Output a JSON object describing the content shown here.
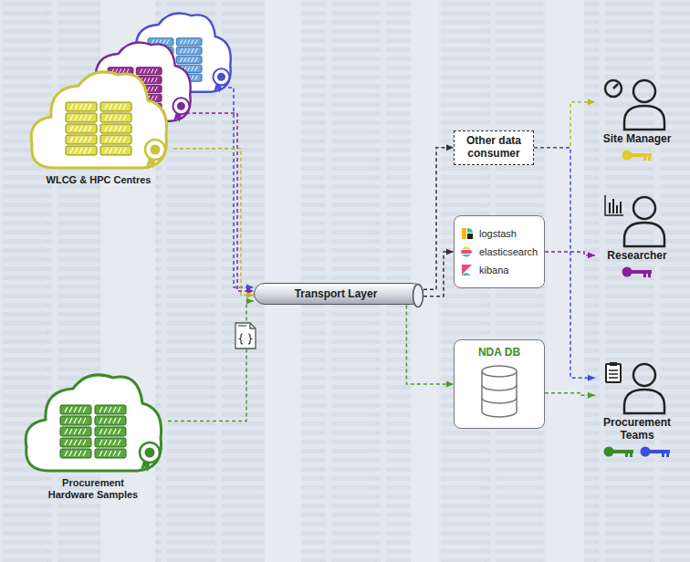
{
  "diagram": {
    "nodes": [
      {
        "text": [
          "WLCG & HPC Centres"
        ]
      },
      {
        "text": [
          "Procurement Hardware Samples"
        ]
      },
      {
        "text": [
          "Transport Layer"
        ]
      },
      {
        "text": [
          "Other data consumer"
        ]
      },
      {
        "text": [
          "logstash",
          "elasticsearch",
          "kibana"
        ]
      },
      {
        "text": [
          "NDA DB"
        ]
      },
      {
        "text": [
          "Site Manager"
        ]
      },
      {
        "text": [
          "Researcher"
        ]
      },
      {
        "text": [
          "Procurement Teams"
        ]
      }
    ],
    "edges": [
      {
        "from": 0,
        "to": 2,
        "arrow": "to"
      },
      {
        "from": 1,
        "to": 2,
        "arrow": "to"
      },
      {
        "from": 2,
        "to": 3,
        "arrow": "to"
      },
      {
        "from": 2,
        "to": 4,
        "arrow": "to"
      },
      {
        "from": 2,
        "to": 5,
        "arrow": "to"
      },
      {
        "from": 3,
        "to": 6,
        "arrow": "to"
      },
      {
        "from": 3,
        "to": 8,
        "arrow": "to"
      },
      {
        "from": 4,
        "to": 7,
        "arrow": "to"
      },
      {
        "from": 5,
        "to": 8,
        "arrow": "to"
      }
    ]
  }
}
